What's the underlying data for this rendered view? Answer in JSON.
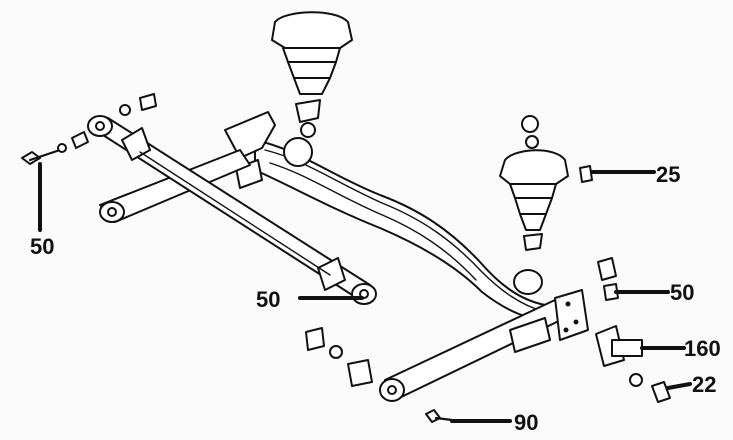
{
  "callouts": [
    {
      "id": "mount-nut-torque",
      "label": "25"
    },
    {
      "id": "left-bolt-torque",
      "label": "50"
    },
    {
      "id": "lateral-rod-torque",
      "label": "50"
    },
    {
      "id": "bracket-nut-torque",
      "label": "50"
    },
    {
      "id": "hub-stub-torque",
      "label": "160"
    },
    {
      "id": "hub-bolt-torque",
      "label": "22"
    },
    {
      "id": "trailing-arm-bolt-torque",
      "label": "90"
    }
  ],
  "colors": {
    "ink": "#111111",
    "paper": "#fbfbfb"
  }
}
